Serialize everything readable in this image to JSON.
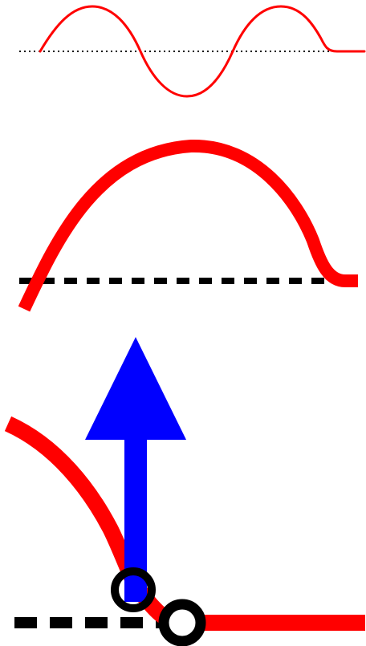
{
  "colors": {
    "background": "#ffffff",
    "wave": "#ff0000",
    "baseline": "#000000",
    "arrow": "#0000ff",
    "marker_stroke": "#000000",
    "marker_fill": "#ffffff"
  },
  "panels": [
    {
      "name": "overview-wave",
      "description_visible": ""
    },
    {
      "name": "zoomed-hump",
      "description_visible": ""
    },
    {
      "name": "detail-edge",
      "description_visible": ""
    }
  ],
  "icons": {
    "arrow": "arrow-up-icon",
    "marker": "circle-marker-icon"
  }
}
